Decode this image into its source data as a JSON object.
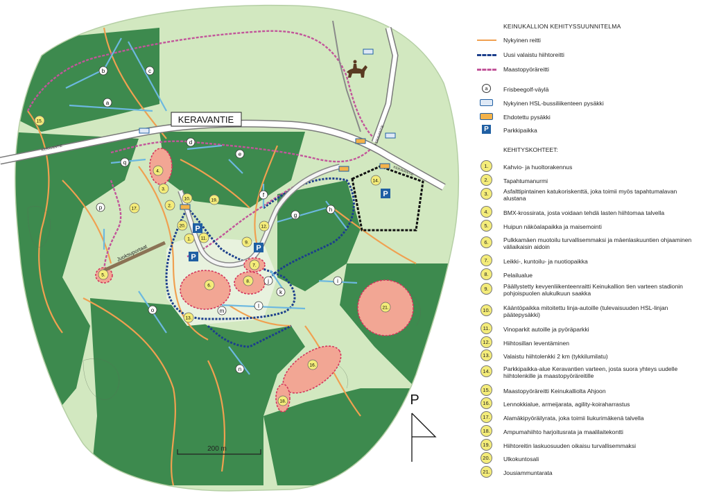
{
  "map": {
    "road_label": "KERAVANTIE",
    "road_small_labels": [
      "KERAVANTIE",
      "KERAVANTIE",
      "KERAVANTIE"
    ],
    "scale_label": "200 m",
    "north_label": "P",
    "track_label": "Juoksuportaat",
    "colors": {
      "forest_dark": "#3d8a4e",
      "forest_light": "#d2e8c0",
      "forest_mid": "#7fbf6e",
      "current_trail": "#f0a050",
      "new_ski_trail": "#1c3f8c",
      "mtb_trail": "#c2559a",
      "frisbee": "#6cb8e0",
      "area_fill": "#f2a694",
      "area_border": "#d3355c",
      "number_circle": "#f4ec7a",
      "parking": "#1f5fa3"
    },
    "frisbee_letters": [
      "a",
      "b",
      "c",
      "d",
      "e",
      "f",
      "g",
      "h",
      "i",
      "j",
      "k",
      "l",
      "m",
      "n",
      "o",
      "p",
      "q"
    ],
    "numbered_sites": [
      "1.",
      "2.",
      "3.",
      "4.",
      "5.",
      "6.",
      "7.",
      "8.",
      "9.",
      "10.",
      "11.",
      "12.",
      "13.",
      "14.",
      "15.",
      "16.",
      "17.",
      "18.",
      "19.",
      "20.",
      "21."
    ],
    "parking_symbol": "P"
  },
  "legend": {
    "title": "KEINUKALLION KEHITYSSUUNNITELMA",
    "lines": [
      {
        "label": "Nykyinen reitti",
        "style": "current"
      },
      {
        "label": "Uusi valaistu hiihtoreitti",
        "style": "ski"
      },
      {
        "label": "Maastopyöräreitti",
        "style": "mtb"
      }
    ],
    "symbols": [
      {
        "sym": "a",
        "label": "Frisbeegolf-väylä"
      },
      {
        "sym": "bus-current",
        "label": "Nykyinen HSL-bussiliikenteen pysäkki"
      },
      {
        "sym": "bus-new",
        "label": "Ehdotettu pysäkki"
      },
      {
        "sym": "P",
        "label": "Parkkipaikka"
      }
    ],
    "targets_title": "KEHITYSKOHTEET:",
    "targets": [
      {
        "n": "1.",
        "label": "Kahvio- ja huoltorakennus"
      },
      {
        "n": "2.",
        "label": "Tapahtumanurmi"
      },
      {
        "n": "3.",
        "label": "Asfalttipintainen katukoriskenttä, joka toimii myös tapahtumalavan alustana"
      },
      {
        "n": "4.",
        "label": "BMX-krossirata, josta voidaan tehdä lasten hiihtomaa talvella"
      },
      {
        "n": "5.",
        "label": "Huipun näköalapaikka ja maisemointi"
      },
      {
        "n": "6.",
        "label": "Pulkkamäen muotoilu turvallisemmaksi ja mäenlaskuuntien ohjaaminen väliaikaisin aidoin"
      },
      {
        "n": "7.",
        "label": "Leikki-, kuntoilu- ja nuotiopaikka"
      },
      {
        "n": "8.",
        "label": "Pelailualue"
      },
      {
        "n": "9.",
        "label": "Päällystetty kevyenliikenteenraitti Keinukallion tien varteen stadionin pohjoispuolen alukulkuun saakka"
      },
      {
        "n": "10.",
        "label": "Kääntöpaikka mitoitettu linja-autoille (tulevaisuuden HSL-linjan päätepysäkki)"
      },
      {
        "n": "11.",
        "label": "Vinoparkit autoille ja pyöräparkki"
      },
      {
        "n": "12.",
        "label": "Hiihtosillan leventäminen"
      },
      {
        "n": "13.",
        "label": "Valaistu hiihtolenkki 2 km (tykkilumilatu)"
      },
      {
        "n": "14.",
        "label": "Parkkipaikka-alue Keravantien varteen, josta suora yhteys uudelle hiihtolenkille ja maastopyöräreitille"
      },
      {
        "n": "15.",
        "label": "Maastopyöräreitti Keinukalliolta Ahjoon"
      },
      {
        "n": "16.",
        "label": "Lennokkialue, armeijarata, agility-koiraharrastus"
      },
      {
        "n": "17.",
        "label": "Alamäkipyöräilyrata, joka toimii liukurimäkenä talvella"
      },
      {
        "n": "18.",
        "label": "Ampumahiihto harjoitusrata ja maalilaitekontti"
      },
      {
        "n": "19.",
        "label": "Hiihtoreitin laskuosuuden oikaisu turvallisemmaksi"
      },
      {
        "n": "20.",
        "label": "Ulkokuntosali"
      },
      {
        "n": "21.",
        "label": "Jousiammuntarata"
      }
    ]
  }
}
